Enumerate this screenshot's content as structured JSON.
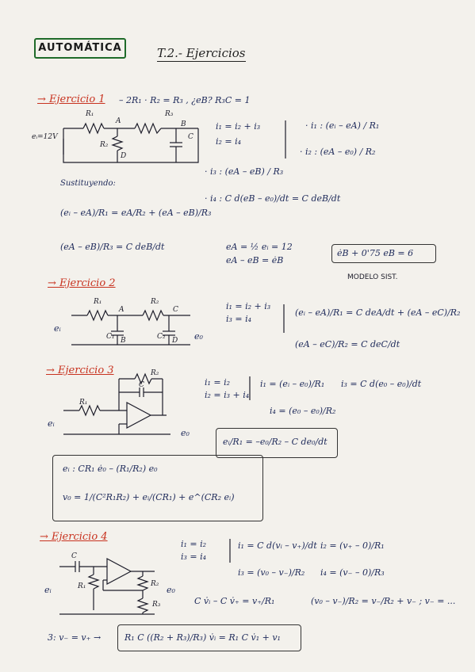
{
  "header": {
    "subject": "AUTOMÁTICA",
    "topic": "T.2.- Ejercicios"
  },
  "ex1": {
    "title": "→ Ejercicio 1",
    "condition": "– 2R₁ · R₂ = R₃ , ¿eB? R₃C = 1",
    "labels": {
      "R1": "R₁",
      "R3": "R₃",
      "R2": "R₂",
      "A": "A",
      "B": "B",
      "C": "C",
      "D": "D",
      "ei": "eᵢ=12V"
    },
    "currents1": "i₁ = i₂ + i₃",
    "currents2": "i₂ = i₄",
    "i1": "· i₁ : (eᵢ – eA) / R₁",
    "i2": "· i₂ : (eA – e₀) / R₂",
    "i3": "· i₃ : (eA – eB) / R₃",
    "i4": "· i₄ : C d(eB – e₀)/dt = C deB/dt",
    "subst": "Sustituyendo:",
    "eqA": "(eᵢ – eA)/R₁ = eA/R₂ + (eA – eB)/R₃",
    "eqB": "(eA – eB)/R₃ = C deB/dt",
    "cond2": "eA = ½ eᵢ = 12",
    "cond3": "eA – eB = ėB",
    "result": "ėB + 0'75 eB = 6",
    "model": "MODELO SIST."
  },
  "ex2": {
    "title": "→ Ejercicio 2",
    "labels": {
      "R1": "R₁",
      "R2": "R₂",
      "A": "A",
      "B": "B",
      "C": "C",
      "D": "D",
      "C1": "C₁",
      "C2": "C₂",
      "ei": "eᵢ",
      "eo": "e₀"
    },
    "currents1": "i₁ = i₂ + i₃",
    "currents2": "i₃ = i₄",
    "eqA": "(eᵢ – eA)/R₁ = C deA/dt + (eA – eC)/R₂",
    "eqB": "(eA – eC)/R₂ = C deC/dt"
  },
  "ex3": {
    "title": "→ Ejercicio 3",
    "labels": {
      "R1": "R₁",
      "R2": "R₂",
      "C": "C",
      "ei": "eᵢ",
      "eo": "e₀"
    },
    "currents1": "i₁ = i₂",
    "currents2": "i₂ = i₃ + i₄",
    "i1": "i₁ = (eᵢ – e₀)/R₁",
    "i3": "i₃ = C d(e₀ – e₀)/dt",
    "i4": "i₄ = (e₀ – e₀)/R₂",
    "eq": "eᵢ/R₁ = –e₀/R₂ – C de₀/dt",
    "sol1": "eᵢ : CR₁ ė₀ – (R₁/R₂) e₀",
    "sol2": "v₀ = 1/(C²R₁R₂) + eᵢ/(CR₁) + e^(CR₂ eᵢ)"
  },
  "ex4": {
    "title": "→ Ejercicio 4",
    "labels": {
      "C": "C",
      "R1": "R₁",
      "R2": "R₂",
      "R3": "R₃",
      "ei": "eᵢ",
      "eo": "e₀"
    },
    "currents1": "i₁ = i₂",
    "currents2": "i₃ = i₄",
    "i1": "i₁ = C d(vᵢ – v₊)/dt",
    "i2": "i₂ = (v₊ – 0)/R₁",
    "i3": "i₃ = (v₀ – v₋)/R₂",
    "i4": "i₄ = (v₋ – 0)/R₃",
    "eqA": "C v̇ᵢ – C v̇₊ = v₊/R₁",
    "eqB": "(v₀ – v₋)/R₂ = v₋/R₂ + v₋ ; v₋ = ...",
    "final_prefix": "3:  v₋ = v₊ →",
    "final": "R₁ C ((R₂ + R₃)/R₃) v̇ᵢ = R₁ C v̇₁ + v₁"
  }
}
